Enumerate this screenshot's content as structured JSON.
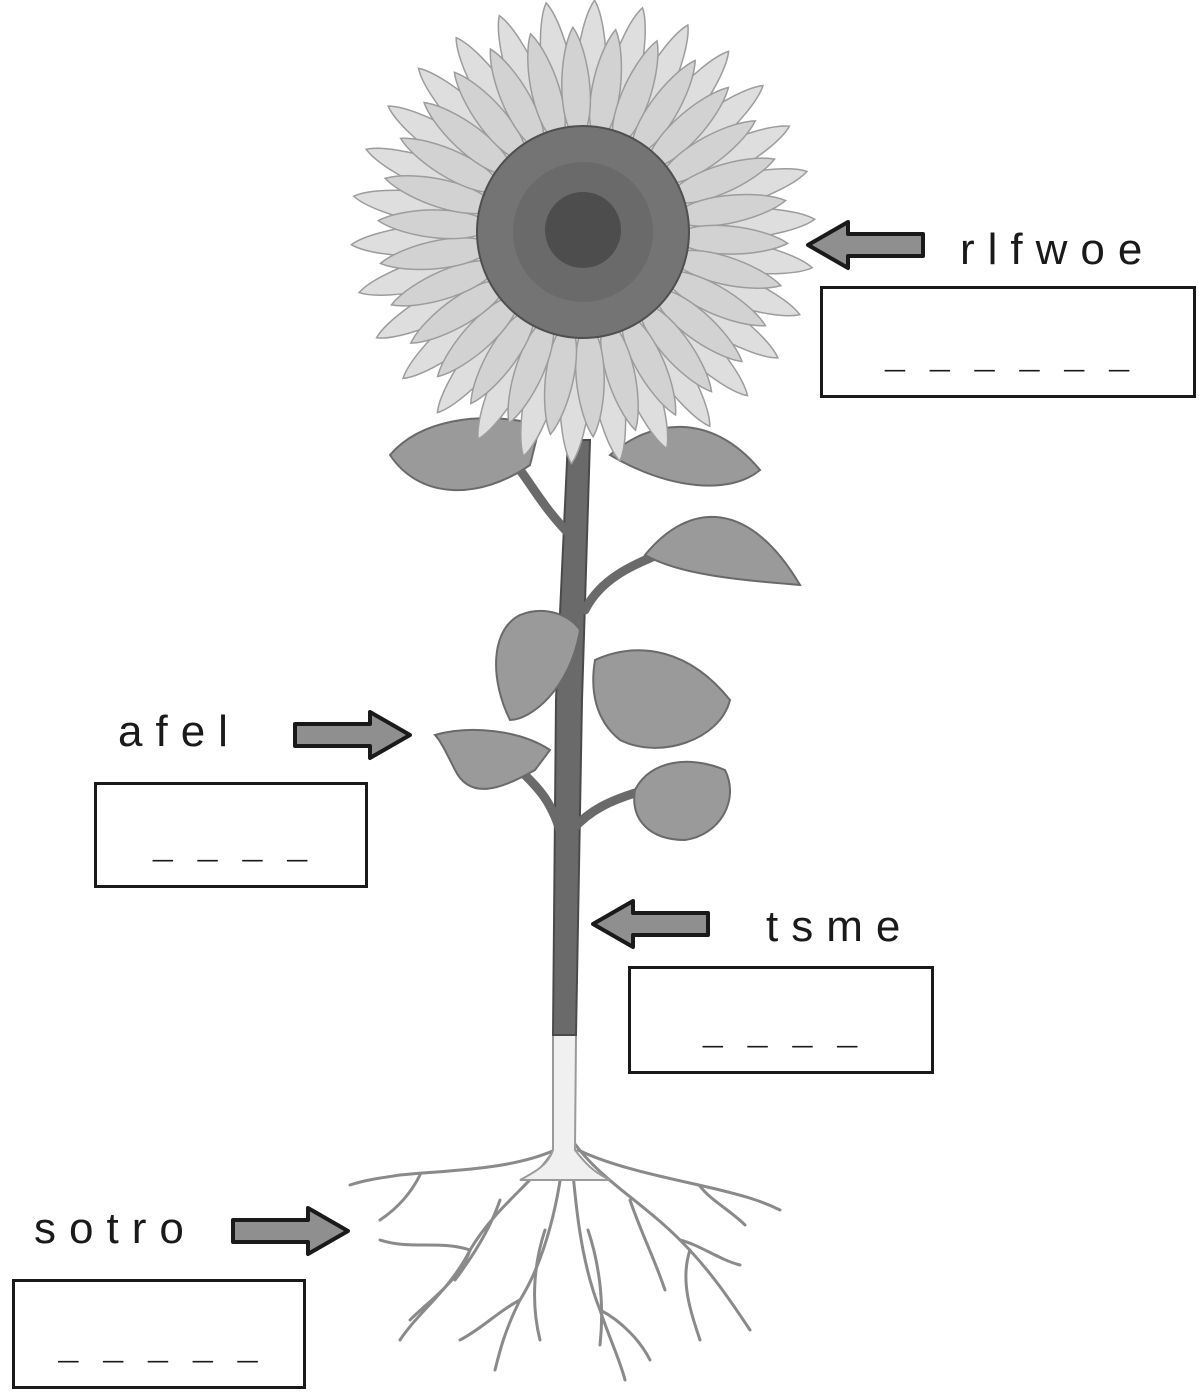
{
  "labels": [
    {
      "id": "flower",
      "scrambled": "rlfwoe",
      "blanks": "_ _ _ _ _ _"
    },
    {
      "id": "leaf",
      "scrambled": "afel",
      "blanks": "_ _ _ _"
    },
    {
      "id": "stem",
      "scrambled": "tsme",
      "blanks": "_ _ _ _"
    },
    {
      "id": "roots",
      "scrambled": "sotro",
      "blanks": "_ _ _ _ _"
    }
  ],
  "colors": {
    "ink": "#1a1a1a",
    "arrow_fill": "#8f8f8f",
    "petal": "#d7d7d7",
    "center": "#6f6f6f",
    "leaf": "#9a9a9a",
    "stem": "#6a6a6a"
  }
}
